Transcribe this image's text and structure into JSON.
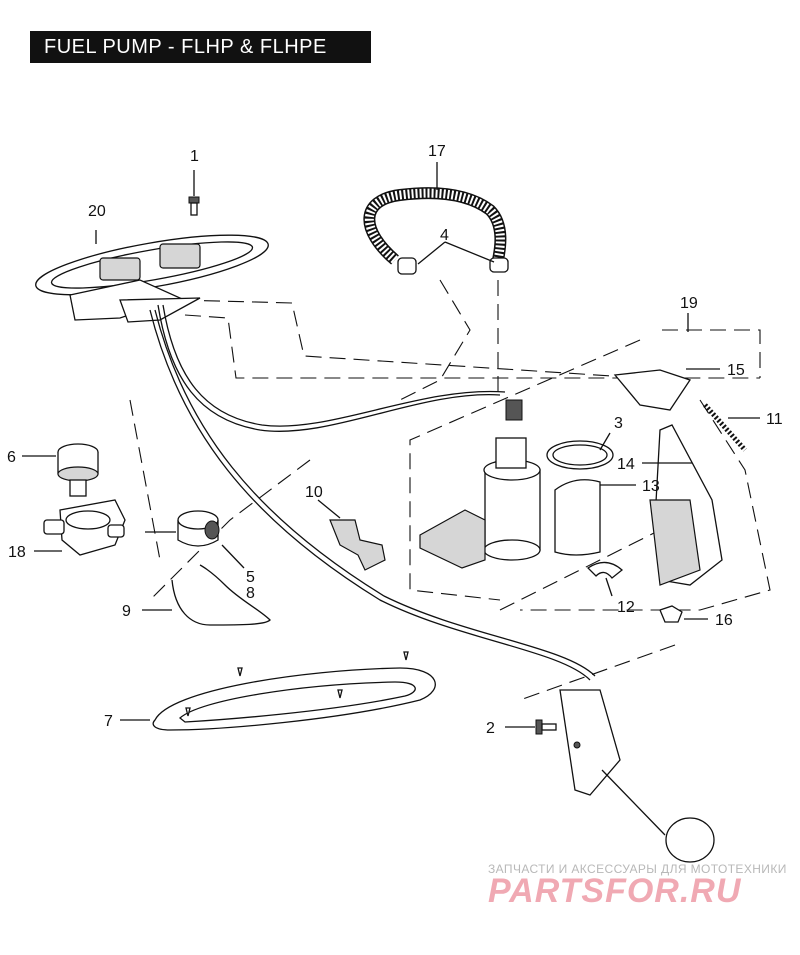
{
  "title": "FUEL PUMP - FLHP & FLHPE",
  "callouts": [
    "1",
    "2",
    "3",
    "4",
    "5",
    "6",
    "7",
    "8",
    "9",
    "10",
    "11",
    "12",
    "13",
    "14",
    "15",
    "16",
    "17",
    "18",
    "19",
    "20"
  ],
  "watermark": {
    "top_line": "ЗАПЧАСТИ И АКСЕССУАРЫ ДЛЯ МОТОТЕХНИКИ",
    "logo": "PARTSFOR.RU"
  }
}
